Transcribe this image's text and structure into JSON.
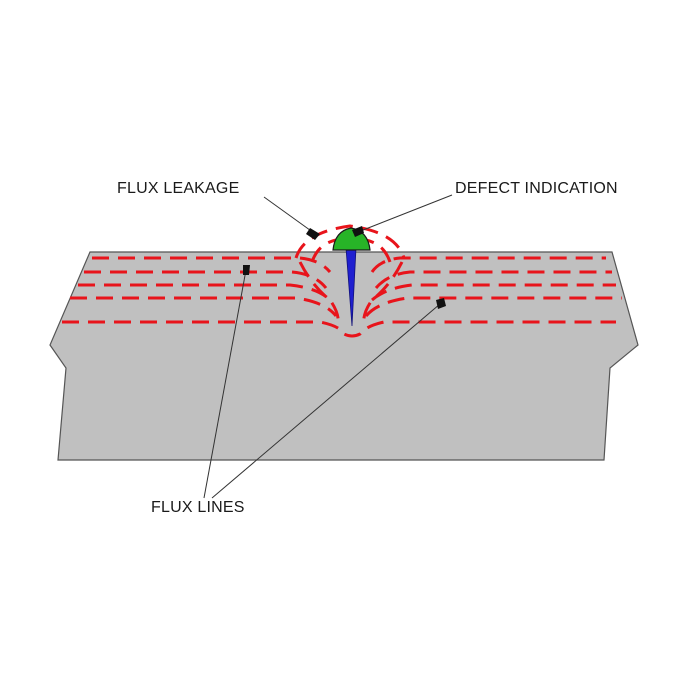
{
  "labels": {
    "flux_leakage": "FLUX LEAKAGE",
    "defect_indication": "DEFECT INDICATION",
    "flux_lines": "FLUX LINES"
  },
  "colors": {
    "background": "#ffffff",
    "specimen": "#c0c0c0",
    "specimen_outline": "#555555",
    "flux_lines": "#e8141b",
    "defect_crack": "#1f1fd0",
    "indication_particles": "#27b427",
    "leader_lines": "#333333"
  }
}
